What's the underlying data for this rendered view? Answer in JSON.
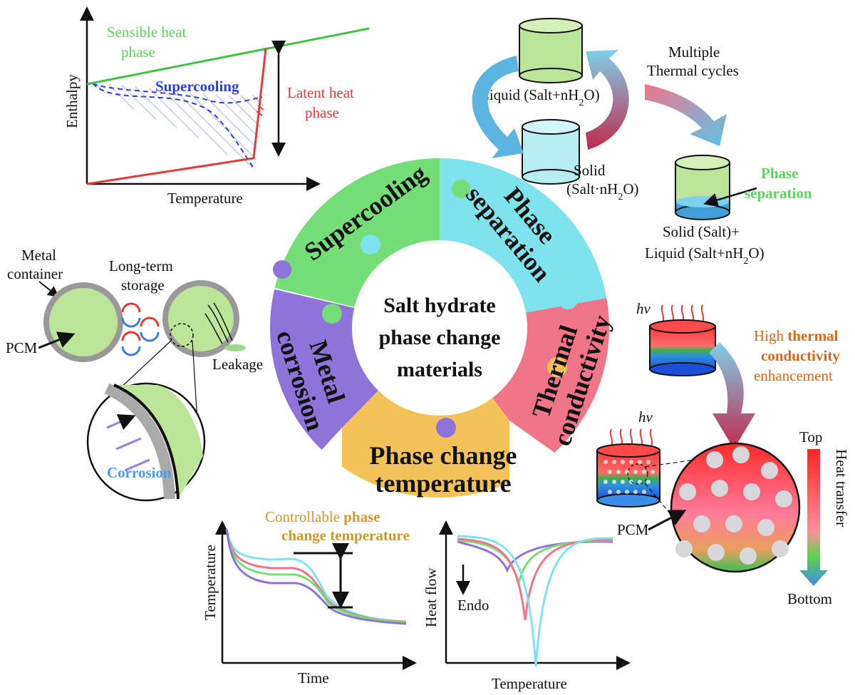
{
  "center": {
    "line1": "Salt hydrate",
    "line2": "phase change",
    "line3": "materials"
  },
  "segments": {
    "supercooling": "Supercooling",
    "phase_sep_1": "Phase",
    "phase_sep_2": "separation",
    "thermal_1": "Thermal",
    "thermal_2": "conductivity",
    "phase_temp_1": "Phase change",
    "phase_temp_2": "temperature",
    "metal_1": "Metal",
    "metal_2": "corrosion"
  },
  "supercooling_panel": {
    "sensible_1": "Sensible heat",
    "sensible_2": "phase",
    "supercooling": "Supercooling",
    "latent_1": "Latent heat",
    "latent_2": "phase",
    "ylabel": "Enthalpy",
    "xlabel": "Temperature"
  },
  "phase_sep_panel": {
    "liquid": "Liquid (Salt+nH",
    "liquid_sub": "2",
    "liquid_end": "O)",
    "solid_1": "Solid",
    "solid_2": "(Salt·nH",
    "solid_sub": "2",
    "solid_end": "O)",
    "cycles_1": "Multiple",
    "cycles_2": "Thermal cycles",
    "sep_1": "Phase",
    "sep_2": "separation",
    "mix_1": "Solid (Salt)+",
    "mix_2": "Liquid (Salt+nH",
    "mix_sub": "2",
    "mix_end": "O)"
  },
  "corrosion_panel": {
    "container_1": "Metal",
    "container_2": "container",
    "storage_1": "Long-term",
    "storage_2": "storage",
    "pcm": "PCM",
    "leakage": "Leakage",
    "corrosion": "Corrosion"
  },
  "conductivity_panel": {
    "hv_1": "hv",
    "hv_2": "hv",
    "title_1a": "High ",
    "title_1b": "thermal",
    "title_2": "conductivity",
    "title_3": "enhancement",
    "pcm": "PCM",
    "top": "Top",
    "bottom": "Bottom",
    "heat": "Heat transfer"
  },
  "temperature_panel": {
    "ctrl_1": "Controllable ",
    "ctrl_1b": "phase",
    "ctrl_2": "change temperature",
    "ylabel1": "Temperature",
    "xlabel1": "Time",
    "ylabel2": "Heat flow",
    "xlabel2": "Temperature",
    "endo": "Endo"
  },
  "colors": {
    "green": "#77dd77",
    "cyan": "#7fe3ee",
    "pink": "#f07589",
    "yellow": "#f5c257",
    "purple": "#8e73d9",
    "red": "#e43b3b",
    "blue": "#2d3fd6",
    "orange": "#d2691e",
    "gold": "#c99a2e"
  }
}
